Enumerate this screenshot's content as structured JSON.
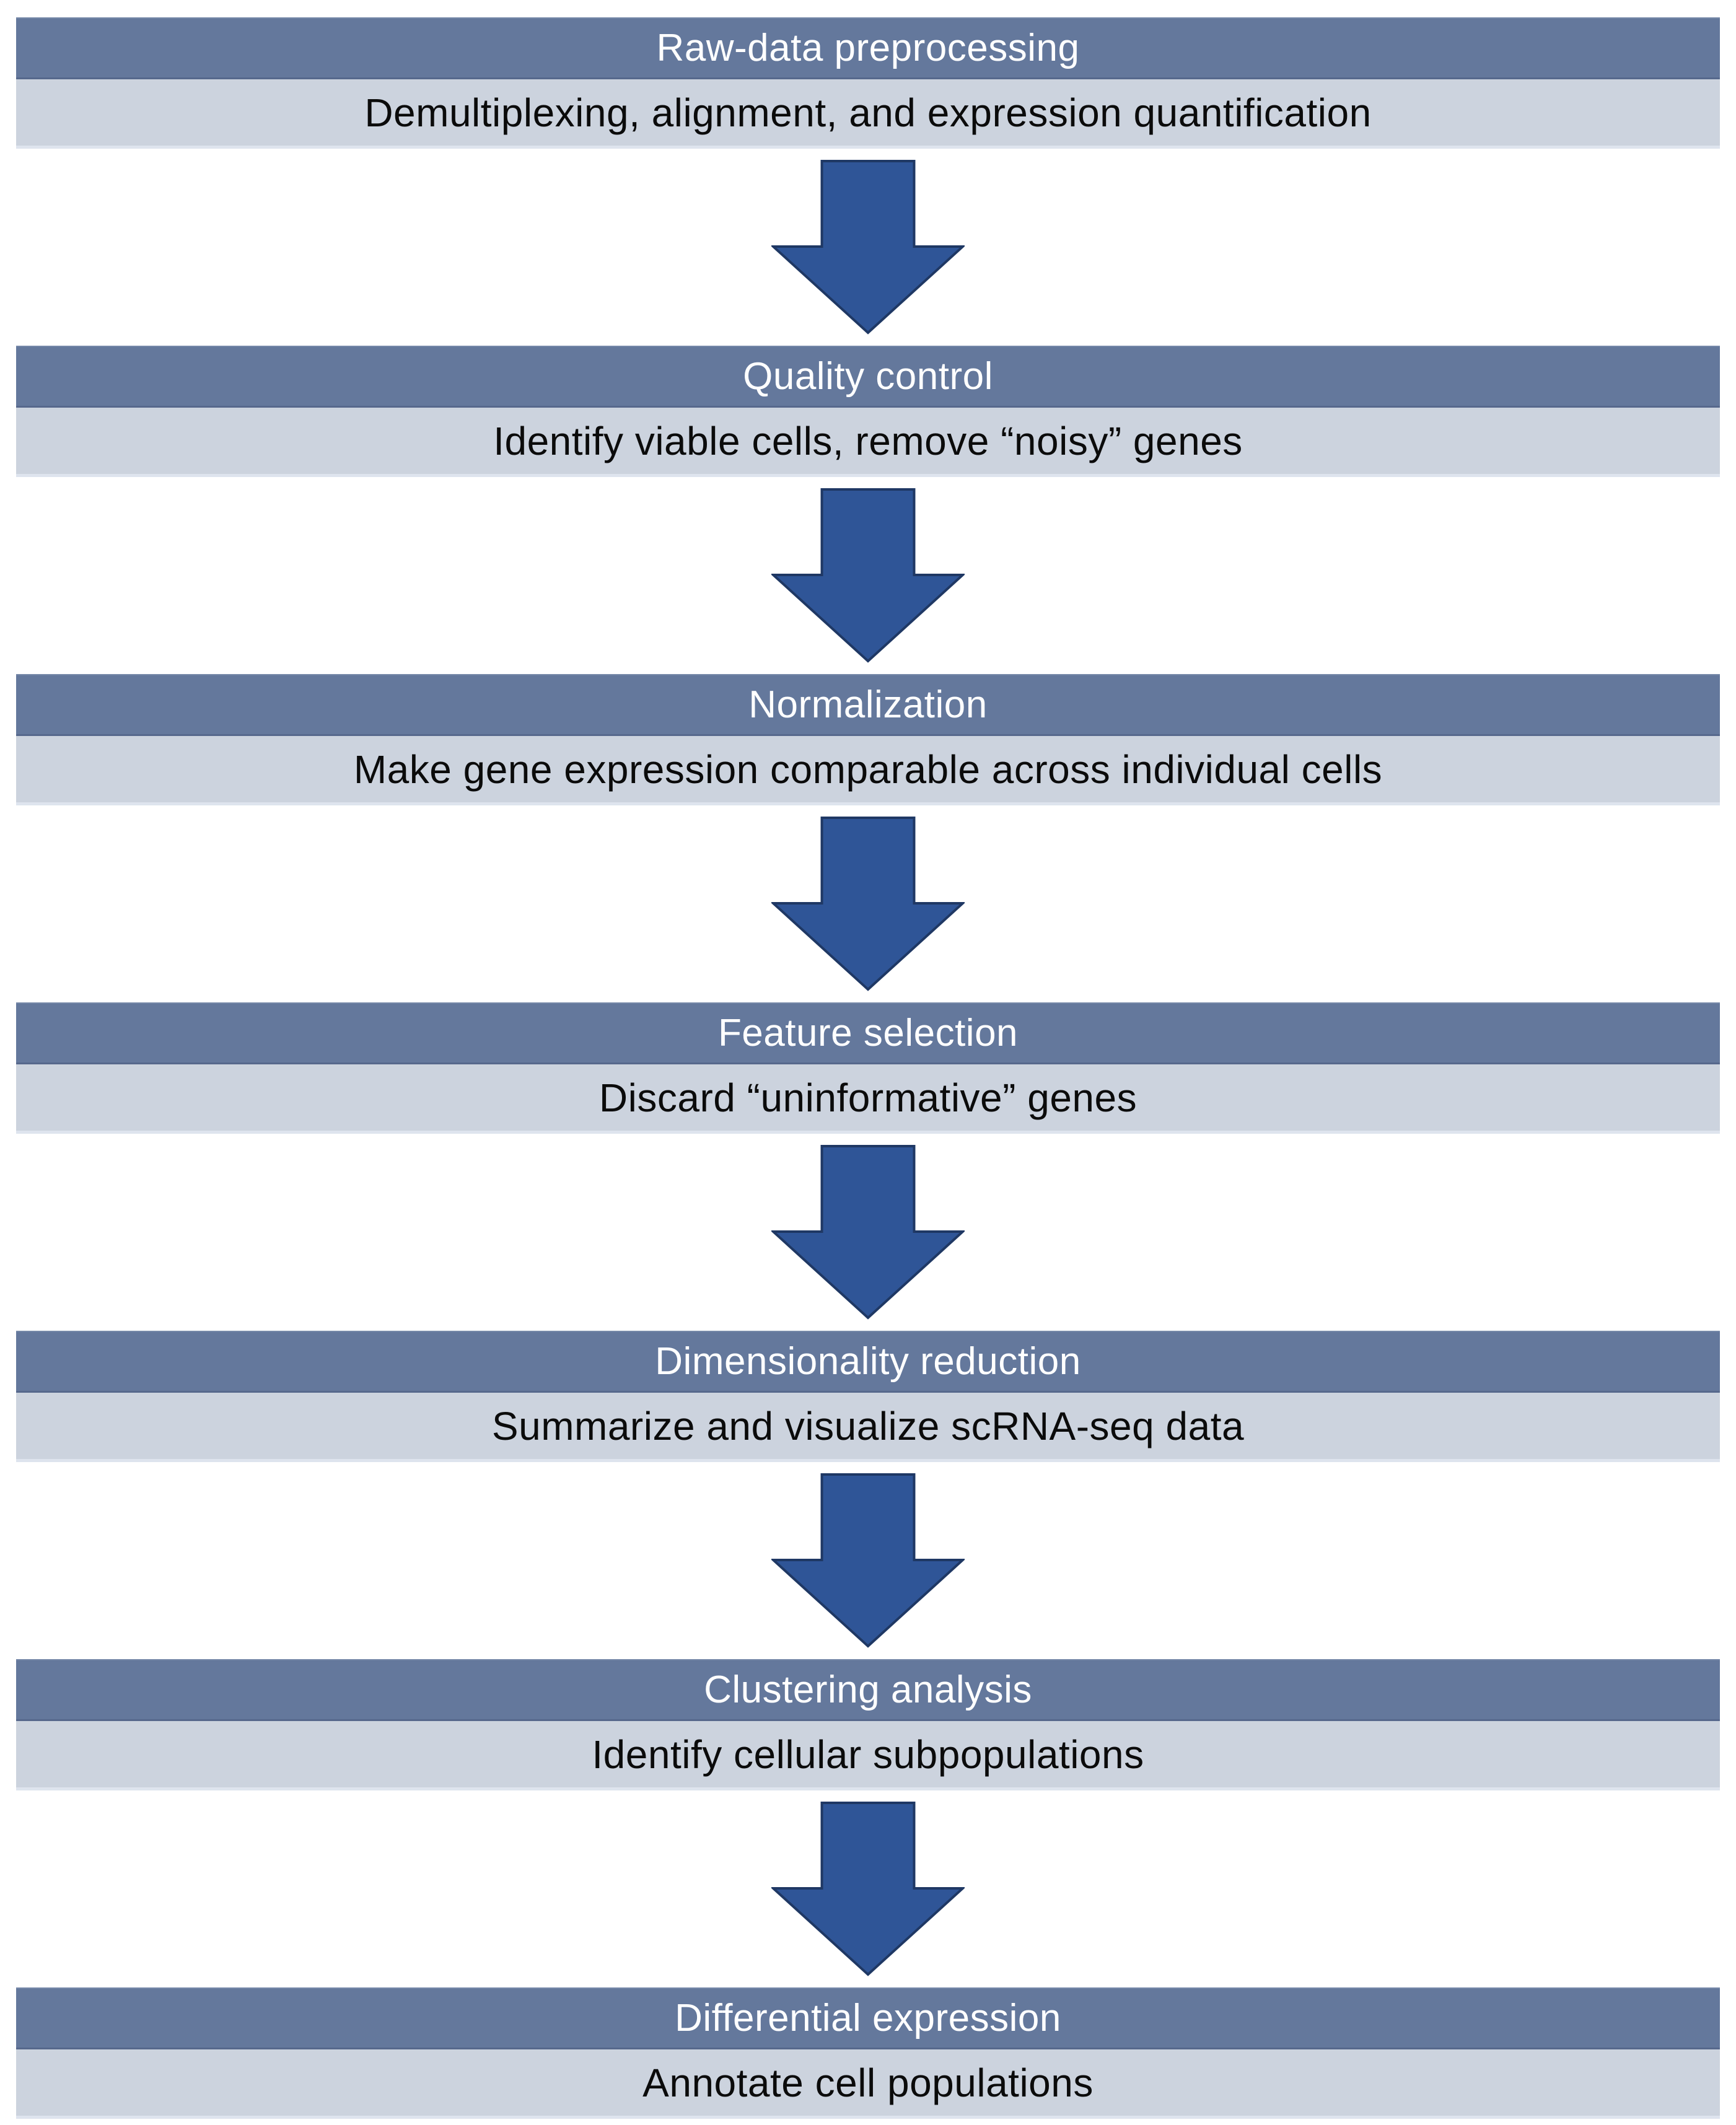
{
  "diagram": {
    "type": "flowchart",
    "direction": "top-down",
    "colors": {
      "header_bar": "#64789C",
      "description_bar": "#CCD3DE",
      "header_text": "#FFFFFF",
      "description_text": "#0B0B0B",
      "arrow_fill": "#2F5597",
      "arrow_border": "#1F3864"
    },
    "arrow_icon": "down-block-arrow",
    "steps": [
      {
        "title": "Raw-data preprocessing",
        "description": "Demultiplexing, alignment, and expression quantification"
      },
      {
        "title": "Quality control",
        "description": "Identify viable cells, remove “noisy” genes"
      },
      {
        "title": "Normalization",
        "description": "Make gene expression comparable across individual cells"
      },
      {
        "title": "Feature selection",
        "description": "Discard “uninformative” genes"
      },
      {
        "title": "Dimensionality reduction",
        "description": "Summarize and visualize scRNA-seq data"
      },
      {
        "title": "Clustering analysis",
        "description": "Identify cellular subpopulations"
      },
      {
        "title": "Differential expression",
        "description": "Annotate cell populations"
      }
    ]
  }
}
